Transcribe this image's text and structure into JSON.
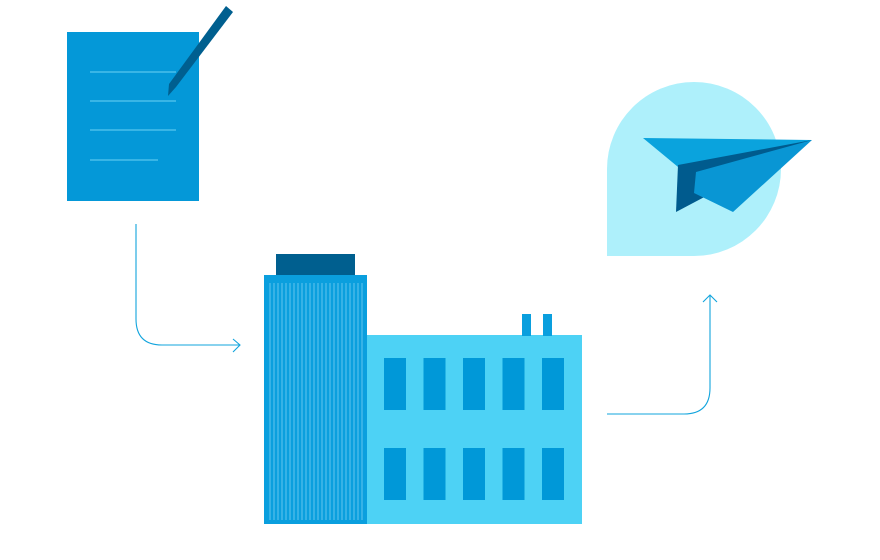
{
  "diagram": {
    "nodes": [
      {
        "id": "document",
        "icon": "document-icon",
        "accessory": "pen-icon"
      },
      {
        "id": "building",
        "icon": "office-building-icon"
      },
      {
        "id": "send",
        "icon": "paper-plane-icon",
        "container": "speech-bubble"
      }
    ],
    "edges": [
      {
        "from": "document",
        "to": "building",
        "icon": "arrow-right-icon"
      },
      {
        "from": "building",
        "to": "send",
        "icon": "arrow-up-icon"
      }
    ],
    "document": {
      "text_lines": 4
    },
    "building": {
      "window_rows": 2,
      "window_columns": 5,
      "chimneys": 2
    },
    "colors": {
      "document": "#0498d8",
      "document_lines": "#58c6ee",
      "pen": "#005f8f",
      "tower": "#0a9fde",
      "tower_stripes": "#78d0f2",
      "tower_roof": "#005f8f",
      "annex": "#4dd2f5",
      "windows": "#0098d8",
      "chimneys": "#0a9fde",
      "bubble": "#aef0fb",
      "plane_top": "#0aa3dd",
      "plane_fold": "#005b8e",
      "plane_wing": "#0996d4",
      "connector": "#11a4dd"
    }
  }
}
